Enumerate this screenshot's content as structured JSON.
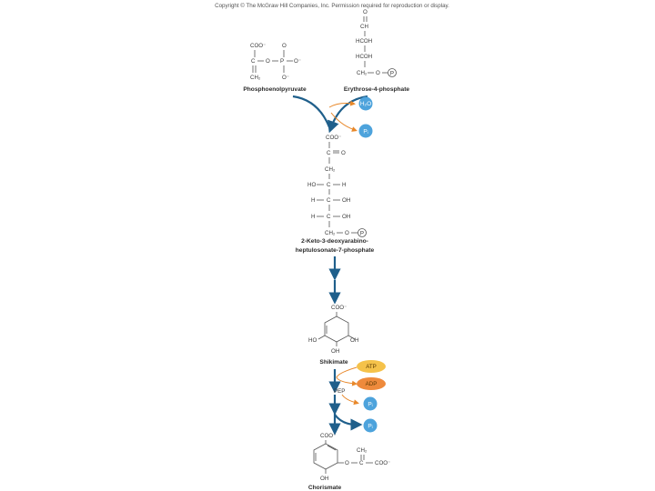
{
  "caption": "Copyright © The McGraw Hill Companies, Inc. Permission required for reproduction or display.",
  "compounds": {
    "pep": {
      "label": "Phosphoenolpyruvate",
      "coo": "COO⁻",
      "c1": "C",
      "c2": "CH₂",
      "o": "O",
      "p": "P",
      "po": "O⁻",
      "pt": "O",
      "pb": "O⁻"
    },
    "e4p": {
      "label": "Erythrose-4-phosphate",
      "top": "O",
      "c1": "CH",
      "c2": "HCOH",
      "c3": "HCOH",
      "c4": "CH₂",
      "o": "O",
      "p": "P"
    },
    "dahp": {
      "label_line1": "2-Keto-3-deoxyarabino-",
      "label_line2": "heptulosonate-7-phosphate",
      "coo": "COO⁻",
      "co": "C",
      "o": "O",
      "ch2": "CH₂",
      "r1_left": "HO",
      "r1_c": "C",
      "r1_right": "H",
      "r2_left": "H",
      "r2_c": "C",
      "r2_right": "OH",
      "r3_left": "H",
      "r3_c": "C",
      "r3_right": "OH",
      "bottom": "CH₂",
      "bo": "O",
      "p": "P"
    },
    "shikimate": {
      "label": "Shikimate",
      "coo": "COO⁻",
      "ho": "HO",
      "oh_bottom": "OH",
      "oh_right": "OH"
    },
    "chorismate": {
      "label": "Chorismate",
      "coo": "COO⁻",
      "o": "O",
      "c": "C",
      "ch2": "CH₂",
      "coo2": "COO⁻",
      "oh": "OH"
    }
  },
  "side_products": {
    "h2o": "H₂O",
    "pi1": "Pᵢ",
    "atp": "ATP",
    "adp": "ADP",
    "pep": "PEP",
    "pi2": "Pᵢ",
    "pi3": "Pᵢ"
  },
  "colors": {
    "arrow": "#1f5f8b",
    "circle": "#4da3dc",
    "atp": "#f5c24a",
    "adp": "#ee8a3c",
    "side_arrow": "#e8882a"
  }
}
